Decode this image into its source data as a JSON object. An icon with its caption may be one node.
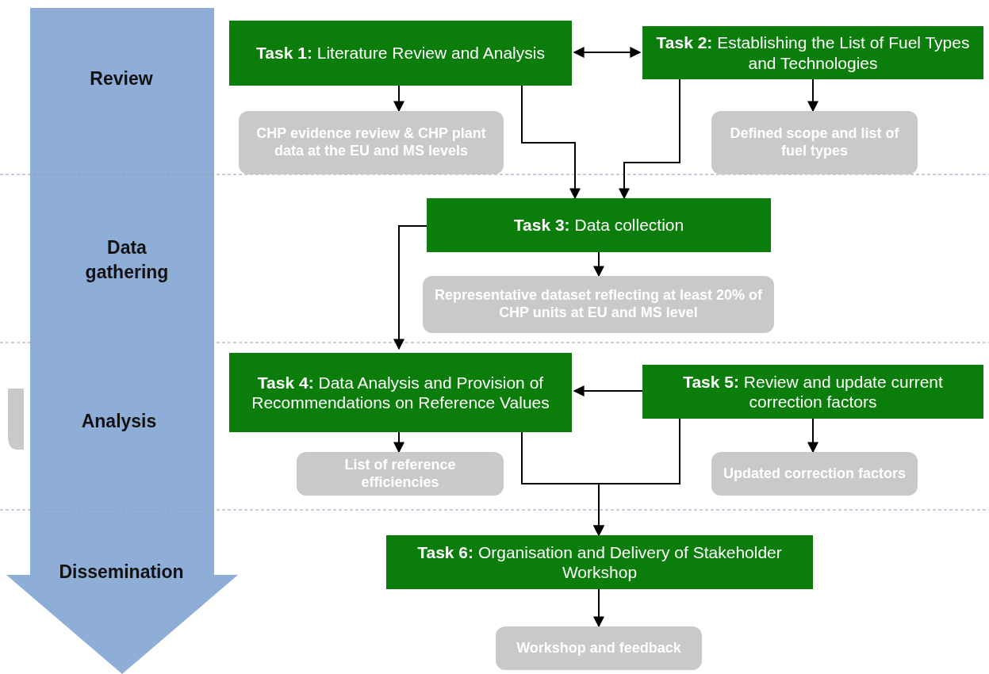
{
  "diagram": {
    "nodes": [
      {
        "text": [
          "**Task 1:** Literature Review and Analysis"
        ]
      },
      {
        "text": [
          "**Task 2:** Establishing the List of Fuel Types and Technologies"
        ]
      },
      {
        "text": [
          "CHP evidence review & CHP plant data at the EU and MS levels"
        ]
      },
      {
        "text": [
          "Defined scope and list of fuel types"
        ]
      },
      {
        "text": [
          "**Task 3:** Data collection"
        ]
      },
      {
        "text": [
          "Representative dataset reflecting at least 20% of CHP units at EU and MS level"
        ]
      },
      {
        "text": [
          "**Task 4:** Data Analysis and Provision of Recommendations on Reference Values"
        ]
      },
      {
        "text": [
          "**Task 5:** Review and update current correction factors"
        ]
      },
      {
        "text": [
          "List of reference efficiencies"
        ]
      },
      {
        "text": [
          "Updated correction factors"
        ]
      },
      {
        "text": [
          "**Task 6:** Organisation and Delivery of Stakeholder Workshop"
        ]
      },
      {
        "text": [
          "Workshop and feedback"
        ]
      }
    ],
    "edges": [
      {
        "from": 0,
        "to": 1,
        "arrow": "both"
      },
      {
        "from": 0,
        "to": 2,
        "arrow": "to"
      },
      {
        "from": 1,
        "to": 3,
        "arrow": "to"
      },
      {
        "from": 0,
        "to": 4,
        "arrow": "to"
      },
      {
        "from": 1,
        "to": 4,
        "arrow": "to"
      },
      {
        "from": 4,
        "to": 5,
        "arrow": "to"
      },
      {
        "from": 4,
        "to": 6,
        "arrow": "to"
      },
      {
        "from": 7,
        "to": 6,
        "arrow": "to"
      },
      {
        "from": 6,
        "to": 8,
        "arrow": "to"
      },
      {
        "from": 7,
        "to": 9,
        "arrow": "to"
      },
      {
        "from": 6,
        "to": 10,
        "arrow": "to"
      },
      {
        "from": 7,
        "to": 10,
        "arrow": "to"
      },
      {
        "from": 10,
        "to": 11,
        "arrow": "to"
      }
    ],
    "labels": [
      "Review",
      "Data gathering",
      "Analysis",
      "Dissemination"
    ]
  }
}
